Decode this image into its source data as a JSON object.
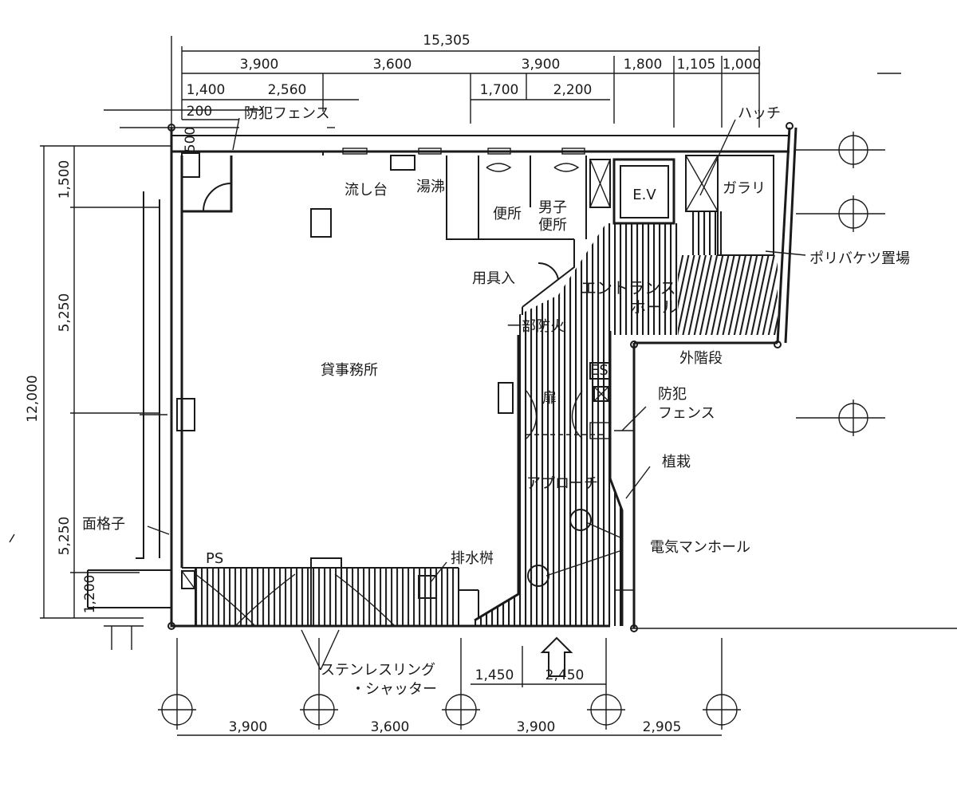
{
  "dimensions": {
    "total_width": "15,305",
    "top_spans": [
      "3,900",
      "3,600",
      "3,900",
      "1,800",
      "1,105",
      "1,000"
    ],
    "second_row_left": [
      "1,400",
      "2,560"
    ],
    "second_row_right": [
      "1,700",
      "2,200"
    ],
    "corner_small_h": "200",
    "corner_small_v": "500",
    "left_total": "12,000",
    "left_spans": [
      "1,500",
      "5,250",
      "5,250",
      "1,200"
    ],
    "bottom_spans": [
      "3,900",
      "3,600",
      "3,900",
      "2,905"
    ],
    "entrance_spans": [
      "1,450",
      "2,450"
    ]
  },
  "labels": {
    "security_fence_top": "防犯フェンス",
    "sink": "流し台",
    "water_heater": "湯沸",
    "toilet": "便所",
    "mens_toilet_1": "男子",
    "mens_toilet_2": "便所",
    "elevator": "E.V",
    "hatch": "ハッチ",
    "garari": "ガラリ",
    "poly_bucket": "ポリバケツ置場",
    "storage": "用具入",
    "entrance_hall_1": "エントランス",
    "entrance_hall_2": "ホール",
    "fire_shutter": "一部防火",
    "exterior_stairs": "外階段",
    "office": "貸事務所",
    "es": "ES",
    "door": "扉",
    "security_fence_right_1": "防犯",
    "security_fence_right_2": "フェンス",
    "planting": "植栽",
    "approach": "アプローチ",
    "manhole": "電気マンホール",
    "lattice": "面格子",
    "ps": "PS",
    "drain": "排水桝",
    "shutter_1": "ステンレスリング",
    "shutter_2": "・シャッター"
  }
}
